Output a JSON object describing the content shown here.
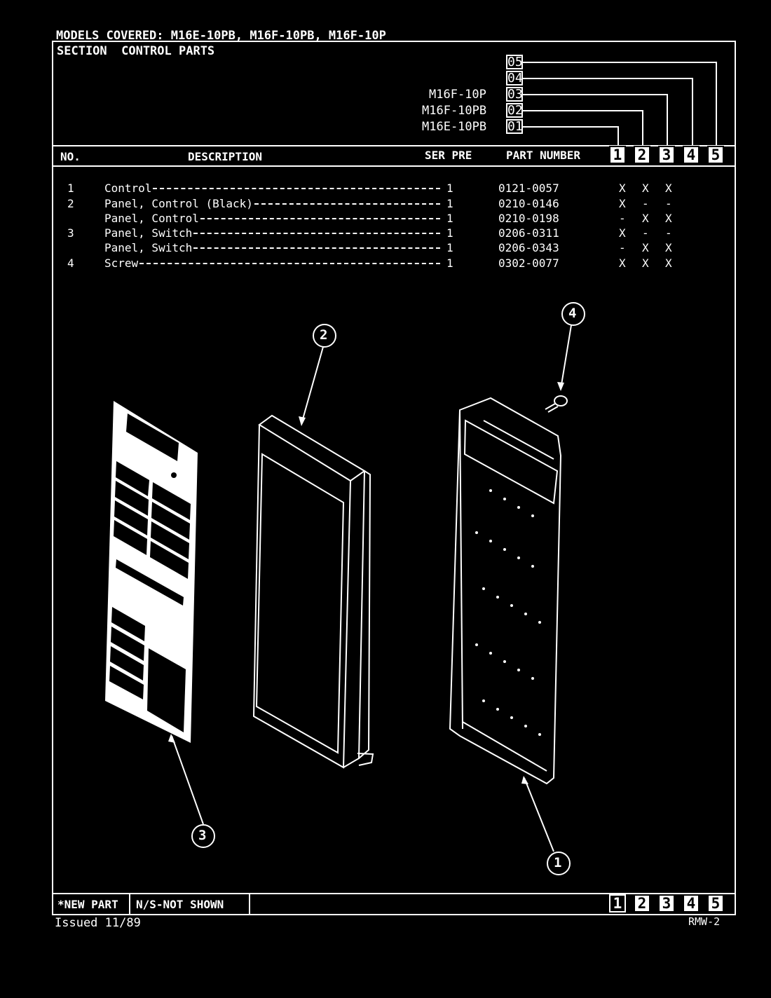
{
  "header": {
    "models_covered": "MODELS COVERED: M16E-10PB, M16F-10PB, M16F-10P",
    "section": "SECTION  CONTROL PARTS"
  },
  "model_codes": [
    {
      "code": "05",
      "model": ""
    },
    {
      "code": "04",
      "model": ""
    },
    {
      "code": "03",
      "model": "M16F-10P"
    },
    {
      "code": "02",
      "model": "M16F-10PB"
    },
    {
      "code": "01",
      "model": "M16E-10PB"
    }
  ],
  "columns": {
    "no": "NO.",
    "description": "DESCRIPTION",
    "ser_pre": "SER PRE",
    "part_number": "PART NUMBER",
    "model_columns": [
      "1",
      "2",
      "3",
      "4",
      "5"
    ]
  },
  "parts": [
    {
      "no": "1",
      "description": "Control",
      "qty": "1",
      "part_number": "0121-0057",
      "m1": "X",
      "m2": "X",
      "m3": "X"
    },
    {
      "no": "2",
      "description": "Panel, Control (Black)",
      "qty": "1",
      "part_number": "0210-0146",
      "m1": "X",
      "m2": "-",
      "m3": "-"
    },
    {
      "no": "",
      "description": "Panel, Control",
      "qty": "1",
      "part_number": "0210-0198",
      "m1": "-",
      "m2": "X",
      "m3": "X"
    },
    {
      "no": "3",
      "description": "Panel, Switch",
      "qty": "1",
      "part_number": "0206-0311",
      "m1": "X",
      "m2": "-",
      "m3": "-"
    },
    {
      "no": "",
      "description": "Panel, Switch",
      "qty": "1",
      "part_number": "0206-0343",
      "m1": "-",
      "m2": "X",
      "m3": "X"
    },
    {
      "no": "4",
      "description": "Screw",
      "qty": "1",
      "part_number": "0302-0077",
      "m1": "X",
      "m2": "X",
      "m3": "X"
    }
  ],
  "callouts": [
    "1",
    "2",
    "3",
    "4"
  ],
  "footer": {
    "new_part": "*NEW PART",
    "not_shown": "N/S-NOT SHOWN",
    "model_columns": [
      "1",
      "2",
      "3",
      "4",
      "5"
    ],
    "issued": "Issued 11/89",
    "page_code": "RMW-2"
  }
}
